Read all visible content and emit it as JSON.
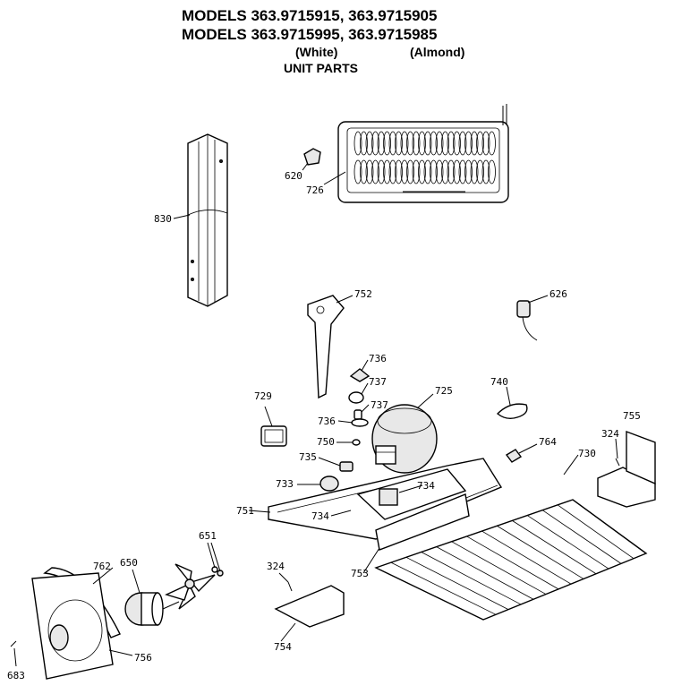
{
  "header": {
    "line1": "MODELS 363.9715915, 363.9715905",
    "line2": "MODELS 363.9715995, 363.9715985",
    "white": "(White)",
    "almond": "(Almond)",
    "section": "UNIT PARTS"
  },
  "labels": [
    {
      "id": "620",
      "text": "620"
    },
    {
      "id": "726",
      "text": "726"
    },
    {
      "id": "830",
      "text": "830"
    },
    {
      "id": "752",
      "text": "752"
    },
    {
      "id": "626",
      "text": "626"
    },
    {
      "id": "736a",
      "text": "736"
    },
    {
      "id": "737a",
      "text": "737"
    },
    {
      "id": "737b",
      "text": "737"
    },
    {
      "id": "736b",
      "text": "736"
    },
    {
      "id": "725",
      "text": "725"
    },
    {
      "id": "740",
      "text": "740"
    },
    {
      "id": "729",
      "text": "729"
    },
    {
      "id": "750",
      "text": "750"
    },
    {
      "id": "764",
      "text": "764"
    },
    {
      "id": "735",
      "text": "735"
    },
    {
      "id": "324a",
      "text": "324"
    },
    {
      "id": "755",
      "text": "755"
    },
    {
      "id": "730",
      "text": "730"
    },
    {
      "id": "733",
      "text": "733"
    },
    {
      "id": "734a",
      "text": "734"
    },
    {
      "id": "734b",
      "text": "734"
    },
    {
      "id": "751",
      "text": "751"
    },
    {
      "id": "753",
      "text": "753"
    },
    {
      "id": "651",
      "text": "651"
    },
    {
      "id": "762",
      "text": "762"
    },
    {
      "id": "650",
      "text": "650"
    },
    {
      "id": "324b",
      "text": "324"
    },
    {
      "id": "754",
      "text": "754"
    },
    {
      "id": "756",
      "text": "756"
    },
    {
      "id": "683",
      "text": "683"
    }
  ]
}
